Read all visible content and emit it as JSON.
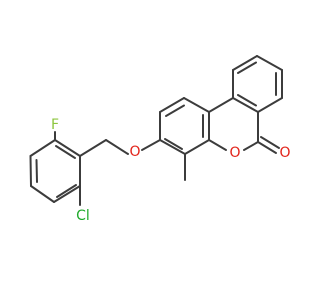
{
  "molecule": {
    "atoms": {
      "fluorine": {
        "text": "F",
        "color": "#8dc63f"
      },
      "chlorine": {
        "text": "Cl",
        "color": "#1faa2b"
      },
      "ether_oxygen": {
        "text": "O",
        "color": "#e2231a"
      },
      "ring_oxygen": {
        "text": "O",
        "color": "#e2231a"
      },
      "carbonyl_oxygen": {
        "text": "O",
        "color": "#e2231a"
      }
    },
    "bond_color": "#3c3c3c"
  }
}
